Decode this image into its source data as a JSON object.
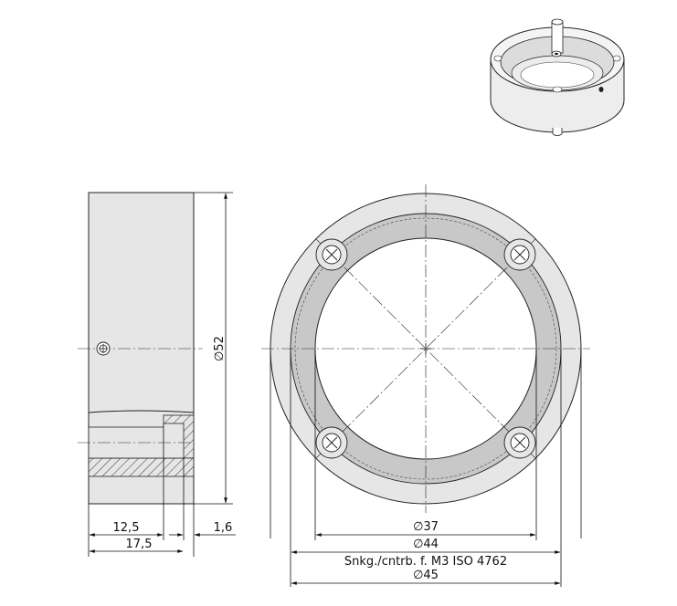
{
  "diameter_symbol": "∅",
  "side_view": {
    "dim_height": "52",
    "dim_depth_1": "12,5",
    "dim_depth_2": "17,5",
    "dim_wall": "1,6"
  },
  "front_view": {
    "dim_inner": "37",
    "dim_mid": "44",
    "dim_outer": "45",
    "note": "Snkg./cntrb. f. M3 ISO 4762"
  },
  "colors": {
    "body_fill": "#e6e6e6",
    "ring_fill": "#c8c8c8",
    "line": "#111111"
  }
}
